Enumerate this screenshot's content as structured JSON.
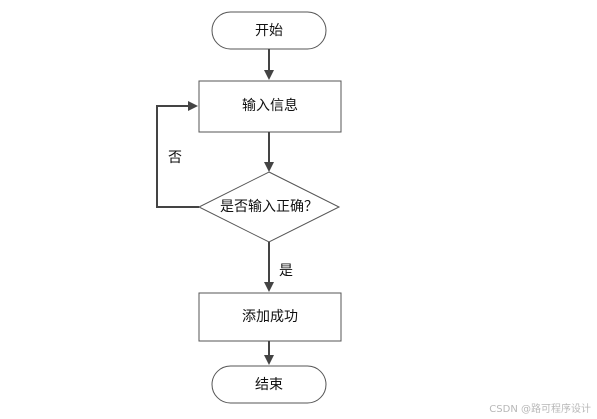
{
  "nodes": {
    "start": "开始",
    "input": "输入信息",
    "check": "是否输入正确？",
    "add": "添加成功",
    "end": "结束"
  },
  "edges": {
    "no_label": "否",
    "yes_label": "是"
  },
  "watermark": "CSDN @路可程序设计",
  "colors": {
    "stroke": "#555555",
    "start_end_fill": "#ffffff",
    "box_fill": "#ffffff"
  }
}
